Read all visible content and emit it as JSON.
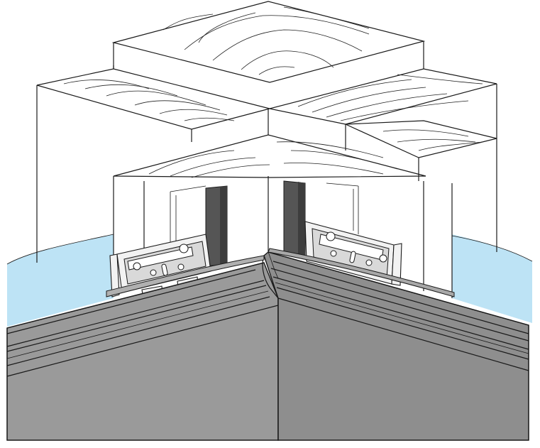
{
  "colors": {
    "background": "#ffffff",
    "water_light_blue": "#bde3f5",
    "cabinet_gray": "#9a9a9a",
    "cabinet_gray_dark": "#8a8a8a",
    "post_dark_gray": "#555555",
    "outline": "#1a1a1a"
  },
  "components": [
    "ceiling-joists",
    "corner-wall-blocks",
    "light-blue-wall-background",
    "mounting-bracket-left",
    "mounting-bracket-right",
    "corner-cabinet-crown"
  ]
}
